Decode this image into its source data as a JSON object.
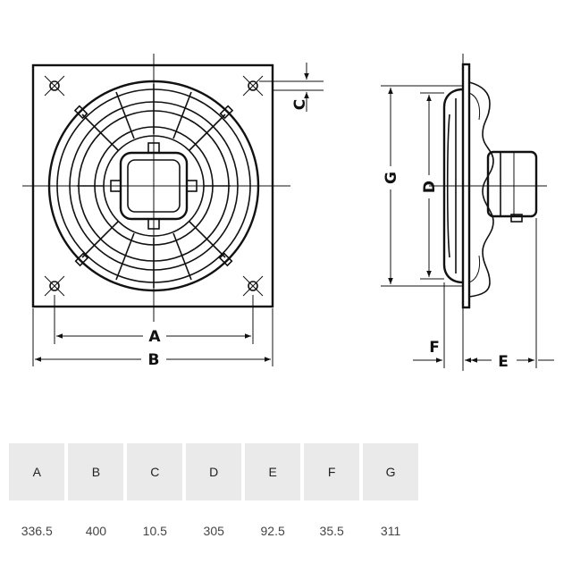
{
  "drawing": {
    "labels": {
      "a": "A",
      "b": "B",
      "c": "C",
      "d": "D",
      "e": "E",
      "f": "F",
      "g": "G"
    }
  },
  "table": {
    "headers": [
      "A",
      "B",
      "C",
      "D",
      "E",
      "F",
      "G"
    ],
    "values": [
      "336.5",
      "400",
      "10.5",
      "305",
      "92.5",
      "35.5",
      "311"
    ]
  }
}
